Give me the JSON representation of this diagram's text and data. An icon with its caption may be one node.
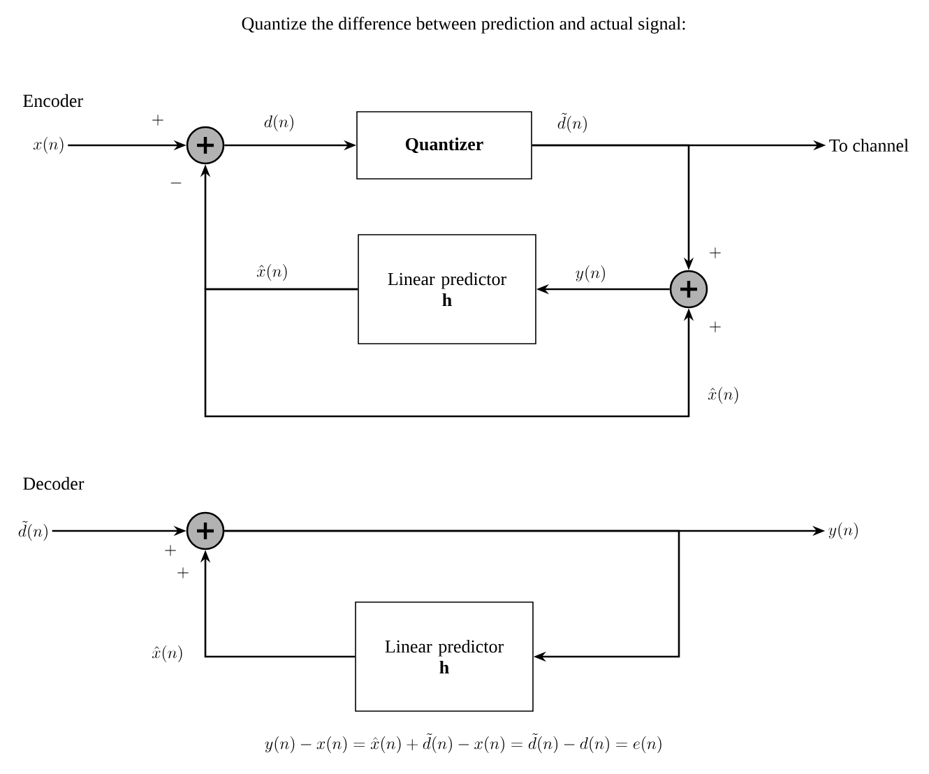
{
  "diagram": {
    "title": "Quantize the difference between prediction and actual signal:",
    "caption": "y(n) - x(n) = \\hat{x}(n) + \\tilde{d}(n) - x(n) = \\tilde{d}(n) - d(n) = e(n)",
    "nodes": [
      {
        "text": [
          "x(n)"
        ]
      },
      {
        "text": [],
        "shape": "circle"
      },
      {
        "text": [
          "Quantizer"
        ]
      },
      {
        "text": [
          "To channel"
        ]
      },
      {
        "text": [],
        "shape": "circle"
      },
      {
        "text": [
          "Linear predictor",
          "h"
        ]
      },
      {
        "text": [
          "\\tilde{d}(n)"
        ]
      },
      {
        "text": [],
        "shape": "circle"
      },
      {
        "text": [
          "y(n)"
        ]
      },
      {
        "text": [
          "Linear predictor",
          "h"
        ]
      }
    ],
    "edges": [
      {
        "from": 0,
        "to": 1,
        "arrow": "to"
      },
      {
        "from": 1,
        "to": 2,
        "arrow": "to",
        "label": "d(n)"
      },
      {
        "from": 2,
        "to": 3,
        "arrow": "to",
        "label": "\\tilde{d}(n)"
      },
      {
        "from": 2,
        "to": 4,
        "arrow": "to"
      },
      {
        "from": 4,
        "to": 5,
        "arrow": "to",
        "label": "y(n)"
      },
      {
        "from": 5,
        "to": 1,
        "arrow": "to",
        "label": "\\hat{x}(n)"
      },
      {
        "from": 5,
        "to": 4,
        "arrow": "to",
        "label": "\\hat{x}(n)"
      },
      {
        "from": 6,
        "to": 7,
        "arrow": "to"
      },
      {
        "from": 7,
        "to": 8,
        "arrow": "to"
      },
      {
        "from": 7,
        "to": 9,
        "arrow": "to"
      },
      {
        "from": 9,
        "to": 7,
        "arrow": "to",
        "label": "\\hat{x}(n)"
      }
    ],
    "labels": [
      "Encoder",
      "+",
      "-",
      "+",
      "+",
      "Decoder",
      "+",
      "+"
    ]
  }
}
